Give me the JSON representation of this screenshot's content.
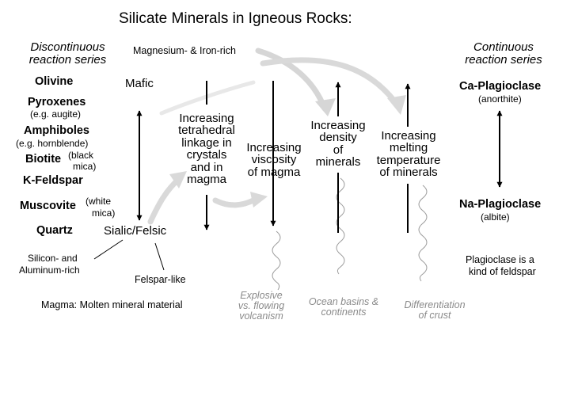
{
  "title": "Silicate Minerals in Igneous Rocks:",
  "discontinuous": {
    "heading_line1": "Discontinuous",
    "heading_line2": "reaction series",
    "minerals": {
      "olivine": "Olivine",
      "pyroxenes": "Pyroxenes",
      "pyroxenes_note": "(e.g. augite)",
      "amphiboles": "Amphiboles",
      "amphiboles_note": "(e.g. hornblende)",
      "biotite": "Biotite",
      "biotite_note1": "(black",
      "biotite_note2": "mica)",
      "kfeldspar": "K-Feldspar",
      "muscovite": "Muscovite",
      "muscovite_note1": "(white",
      "muscovite_note2": "mica)",
      "quartz": "Quartz"
    }
  },
  "continuous": {
    "heading_line1": "Continuous",
    "heading_line2": "reaction series",
    "ca_plag": "Ca-Plagioclase",
    "ca_note": "(anorthite)",
    "na_plag": "Na-Plagioclase",
    "na_note": "(albite)",
    "note_line1": "Plagioclase is a",
    "note_line2": "kind of feldspar"
  },
  "labels": {
    "mg_fe": "Magnesium- & Iron-rich",
    "mafic": "Mafic",
    "sialic": "Sialic/Felsic",
    "si_al_line1": "Silicon- and",
    "si_al_line2": "Aluminum-rich",
    "felspar_like": "Felspar-like",
    "magma_def": "Magma: Molten mineral material"
  },
  "trends": {
    "linkage": [
      "Increasing",
      "tetrahedral",
      "linkage in",
      "crystals",
      "and in",
      "magma"
    ],
    "viscosity": [
      "Increasing",
      "viscosity",
      "of magma"
    ],
    "density": [
      "Increasing",
      "density",
      "of",
      "minerals"
    ],
    "melting": [
      "Increasing",
      "melting",
      "temperature",
      "of minerals"
    ]
  },
  "consequences": {
    "volcanism": [
      "Explosive",
      "vs. flowing",
      "volcanism"
    ],
    "ocean": [
      "Ocean basins &",
      "continents"
    ],
    "crust": [
      "Differentiation",
      "of crust"
    ]
  },
  "colors": {
    "ink": "#000000",
    "gray_text": "#8a8a8a",
    "gray_arrow": "#d4d4d4"
  }
}
